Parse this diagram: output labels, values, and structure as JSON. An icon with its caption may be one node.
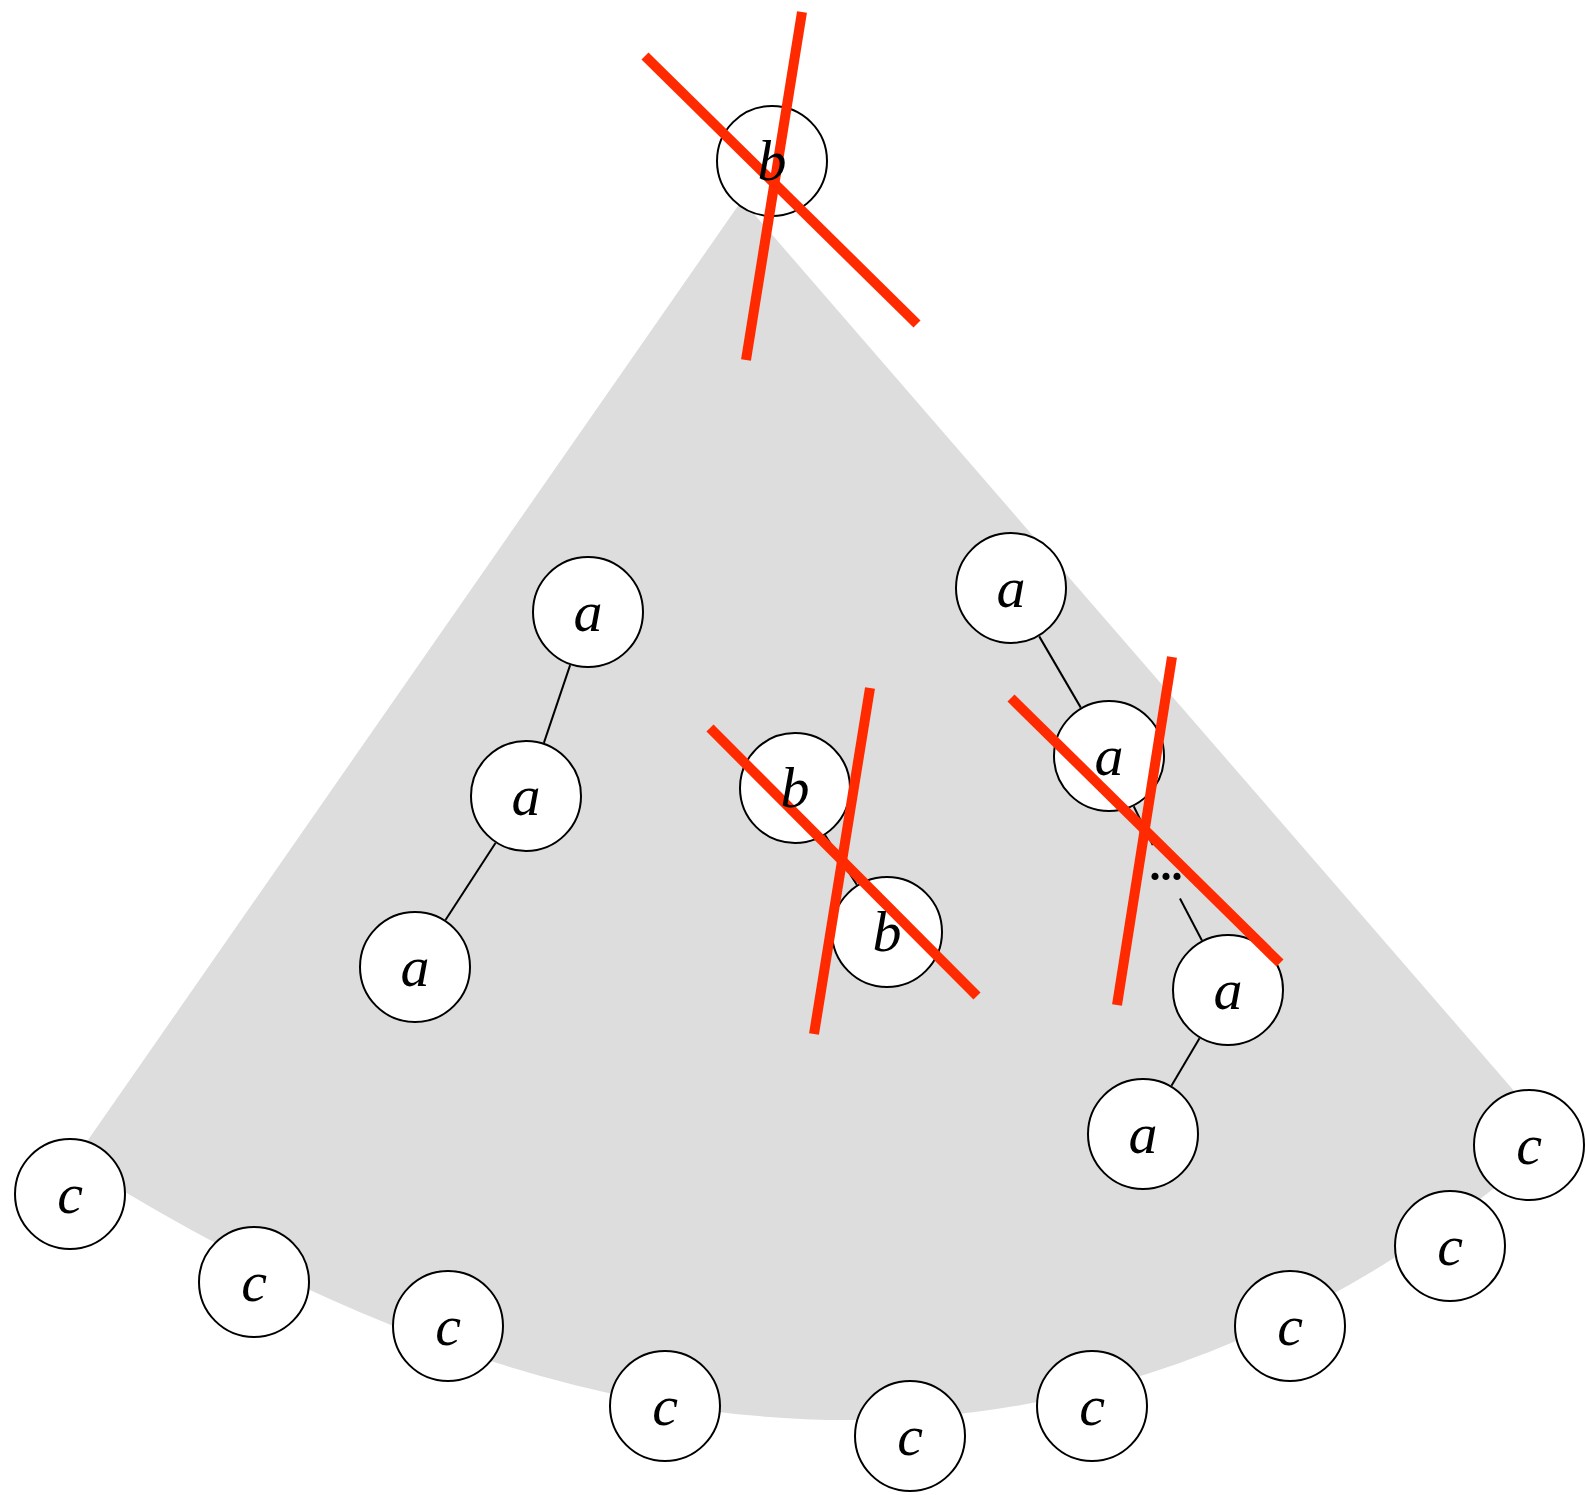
{
  "diagram": {
    "nodes": [
      {
        "text": [
          "b"
        ]
      },
      {
        "text": [
          "a"
        ]
      },
      {
        "text": [
          "a"
        ]
      },
      {
        "text": [
          "a"
        ]
      },
      {
        "text": [
          "b"
        ]
      },
      {
        "text": [
          "b"
        ]
      },
      {
        "text": [
          "a"
        ]
      },
      {
        "text": [
          "a"
        ]
      },
      {
        "text": [
          "..."
        ]
      },
      {
        "text": [
          "a"
        ]
      },
      {
        "text": [
          "a"
        ]
      },
      {
        "text": [
          "c"
        ]
      },
      {
        "text": [
          "c"
        ]
      },
      {
        "text": [
          "c"
        ]
      },
      {
        "text": [
          "c"
        ]
      },
      {
        "text": [
          "c"
        ]
      },
      {
        "text": [
          "c"
        ]
      },
      {
        "text": [
          "c"
        ]
      },
      {
        "text": [
          "c"
        ]
      },
      {
        "text": [
          "c"
        ]
      }
    ],
    "edges": [
      {
        "from": 1,
        "to": 2,
        "arrow": "none"
      },
      {
        "from": 2,
        "to": 3,
        "arrow": "none"
      },
      {
        "from": 4,
        "to": 5,
        "arrow": "none"
      },
      {
        "from": 6,
        "to": 7,
        "arrow": "none"
      },
      {
        "from": 7,
        "to": 8,
        "arrow": "none"
      },
      {
        "from": 8,
        "to": 9,
        "arrow": "none"
      },
      {
        "from": 9,
        "to": 10,
        "arrow": "none"
      }
    ]
  }
}
